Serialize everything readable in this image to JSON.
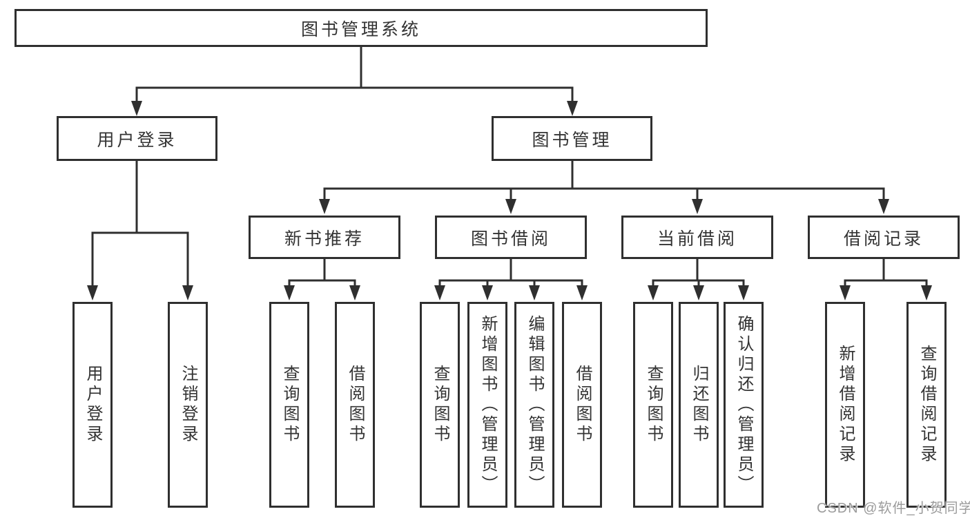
{
  "tree": {
    "label": "图书管理系统",
    "children": [
      {
        "label": "用户登录",
        "children": [
          {
            "label": "用户登录"
          },
          {
            "label": "注销登录"
          }
        ]
      },
      {
        "label": "图书管理",
        "children": [
          {
            "label": "新书推荐",
            "children": [
              {
                "label": "查询图书"
              },
              {
                "label": "借阅图书"
              }
            ]
          },
          {
            "label": "图书借阅",
            "children": [
              {
                "label": "查询图书"
              },
              {
                "label": "新增图书（管理员）"
              },
              {
                "label": "编辑图书（管理员）"
              },
              {
                "label": "借阅图书"
              }
            ]
          },
          {
            "label": "当前借阅",
            "children": [
              {
                "label": "查询图书"
              },
              {
                "label": "归还图书"
              },
              {
                "label": "确认归还（管理员）"
              }
            ]
          },
          {
            "label": "借阅记录",
            "children": [
              {
                "label": "新增借阅记录"
              },
              {
                "label": "查询借阅记录"
              }
            ]
          }
        ]
      }
    ]
  },
  "watermark": {
    "text": "CSDN @软件_小贺同学"
  },
  "colors": {
    "line": "#2f2f2f",
    "text": "#333333",
    "watermark_text": "#9c9c9c",
    "background": "#ffffff"
  }
}
